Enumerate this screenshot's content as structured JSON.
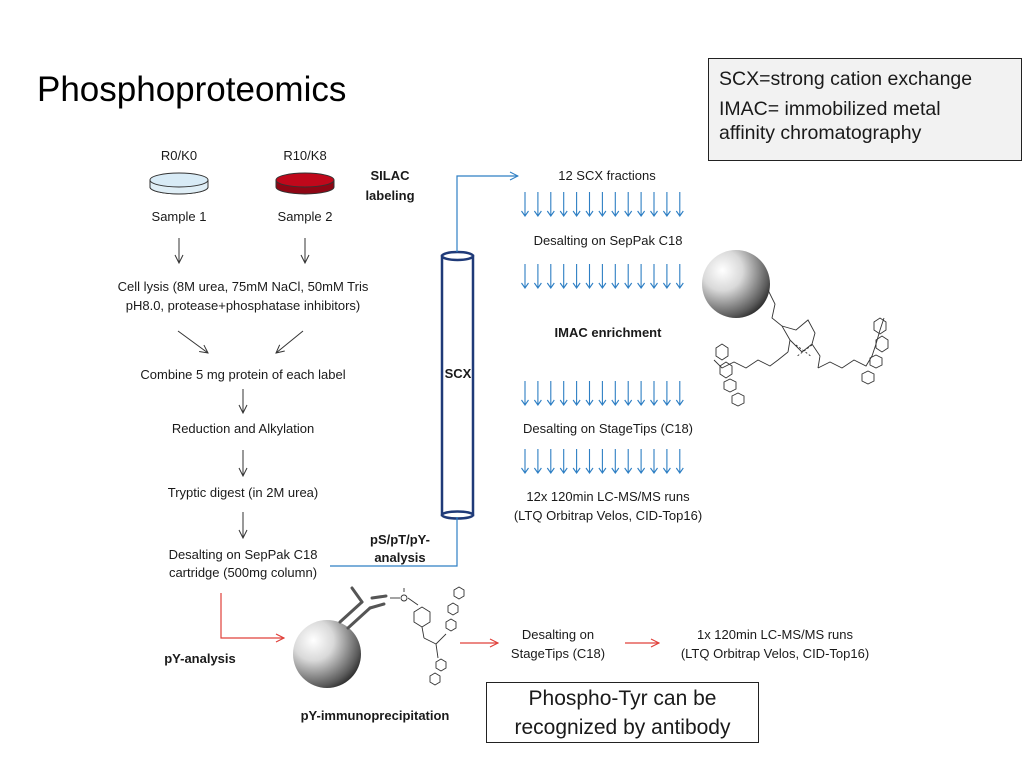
{
  "slide": {
    "title": "Phosphoproteomics",
    "legend": {
      "line1": "SCX=strong cation exchange",
      "line2a": "IMAC= immobilized metal",
      "line2b": "affinity chromatography"
    }
  },
  "left_workflow": {
    "label_k0": "R0/K0",
    "label_k8": "R10/K8",
    "silac_1": "SILAC",
    "silac_2": "labeling",
    "sample1": "Sample 1",
    "sample2": "Sample 2",
    "lysis_1": "Cell lysis (8M urea, 75mM NaCl, 50mM Tris",
    "lysis_2": "pH8.0, protease+phosphatase inhibitors)",
    "combine": "Combine 5 mg protein of each label",
    "reduction": "Reduction and Alkylation",
    "digest": "Tryptic digest (in 2M urea)",
    "desalt_1": "Desalting on SepPak C18",
    "desalt_2": "cartridge (500mg column)"
  },
  "scx_column": {
    "label": "SCX",
    "analysis_1": "pS/pT/pY-",
    "analysis_2": "analysis"
  },
  "right_workflow": {
    "fractions": "12 SCX fractions",
    "desalt_sep": "Desalting on SepPak C18",
    "imac": "IMAC enrichment",
    "desalt_stage": "Desalting on StageTips (C18)",
    "runs_1": "12x  120min LC-MS/MS runs",
    "runs_2": "(LTQ Orbitrap Velos, CID-Top16)"
  },
  "py_branch": {
    "label": "pY-analysis",
    "ip": "pY-immunoprecipitation",
    "desalt_1": "Desalting on",
    "desalt_2": "StageTips (C18)",
    "run_1": "1x  120min LC-MS/MS runs",
    "run_2": "(LTQ Orbitrap Velos, CID-Top16)",
    "note_1": "Phospho-Tyr can be",
    "note_2": "recognized by antibody"
  },
  "colors": {
    "blue_arrow": "#2e7fc4",
    "red_arrow": "#e0403a",
    "dish_red": "#c0081b",
    "dish_blue": "#cfe3ef",
    "column_border": "#1f3a78"
  }
}
